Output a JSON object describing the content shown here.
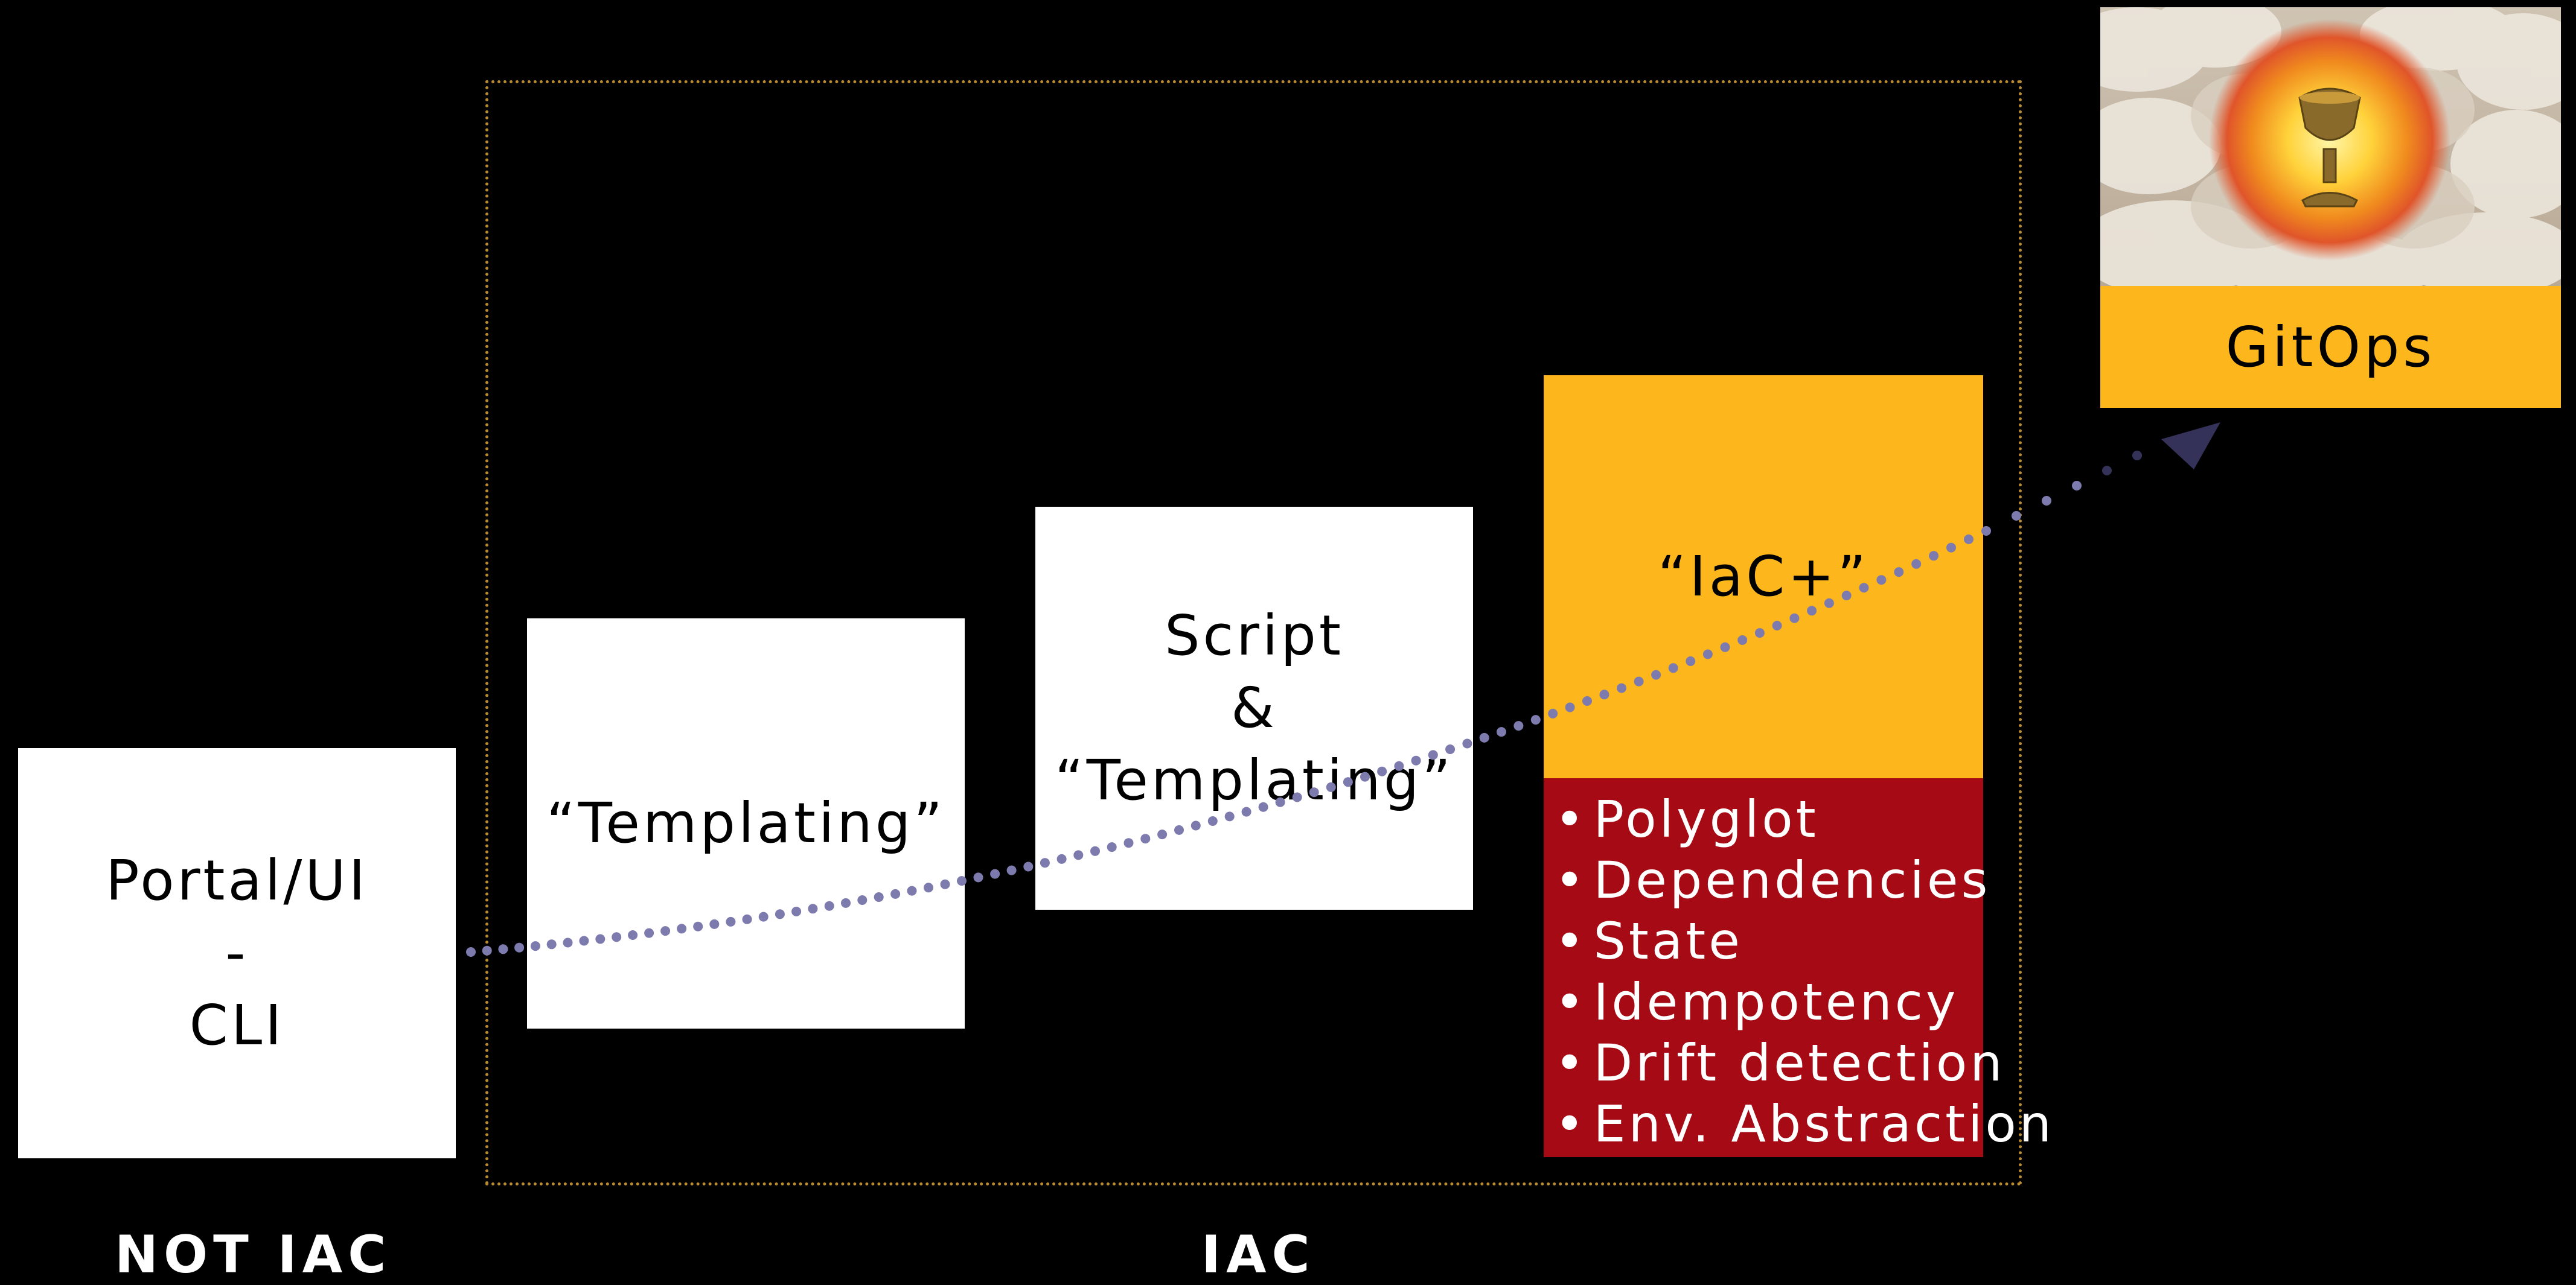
{
  "captions": {
    "not_iac": "NOT IAC",
    "iac": "IAC"
  },
  "boxes": {
    "portal": {
      "line1": "Portal/UI",
      "line2": "-",
      "line3": "CLI"
    },
    "templating": {
      "label": "“Templating”"
    },
    "script": {
      "line1": "Script",
      "line2": "&",
      "line3": "“Templating”"
    },
    "iacplus": {
      "label": "“IaC+”"
    },
    "gitops": {
      "label": "GitOps"
    }
  },
  "features": [
    "Polyglot",
    "Dependencies",
    "State",
    "Idempotency",
    "Drift detection",
    "Env. Abstraction"
  ],
  "colors": {
    "background": "#000000",
    "box_white": "#ffffff",
    "accent_yellow": "#fdb71d",
    "accent_red": "#a60a14",
    "trend_dots": "#7d7aae",
    "arrow_head": "#35325a",
    "frame_border": "#b98a2e"
  },
  "icons": {
    "grail_image": "holy-grail-in-clouds",
    "trend": "dotted-trend-arrow"
  }
}
